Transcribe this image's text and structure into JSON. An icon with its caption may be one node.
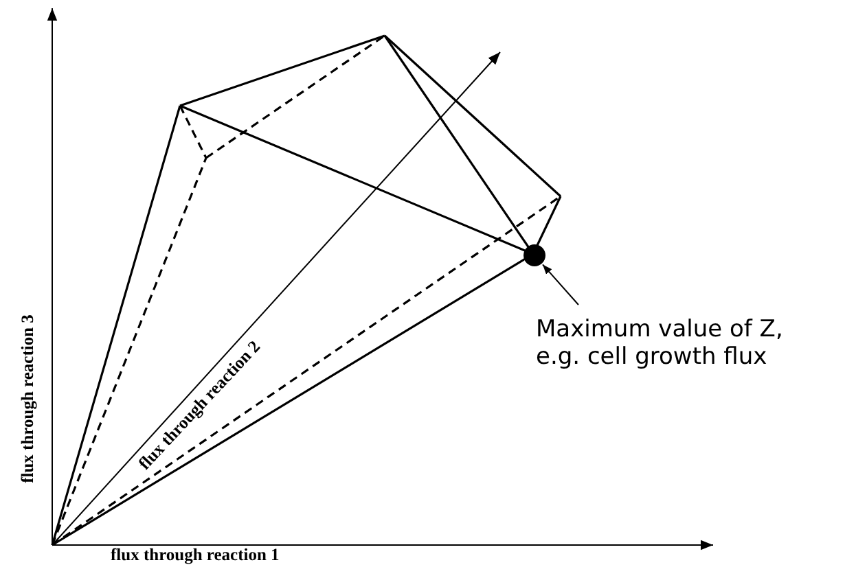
{
  "diagram": {
    "nodes": [
      {
        "text": [
          "Maximum value of Z, e.g. cell growth flux"
        ]
      },
      {
        "text": [],
        "shape": "circle"
      }
    ],
    "edges": [
      {
        "from": 0,
        "to": 1,
        "arrow": "to"
      }
    ],
    "labels": [
      "flux through reaction 2",
      "flux through reaction 3",
      "flux through reaction 1"
    ]
  }
}
